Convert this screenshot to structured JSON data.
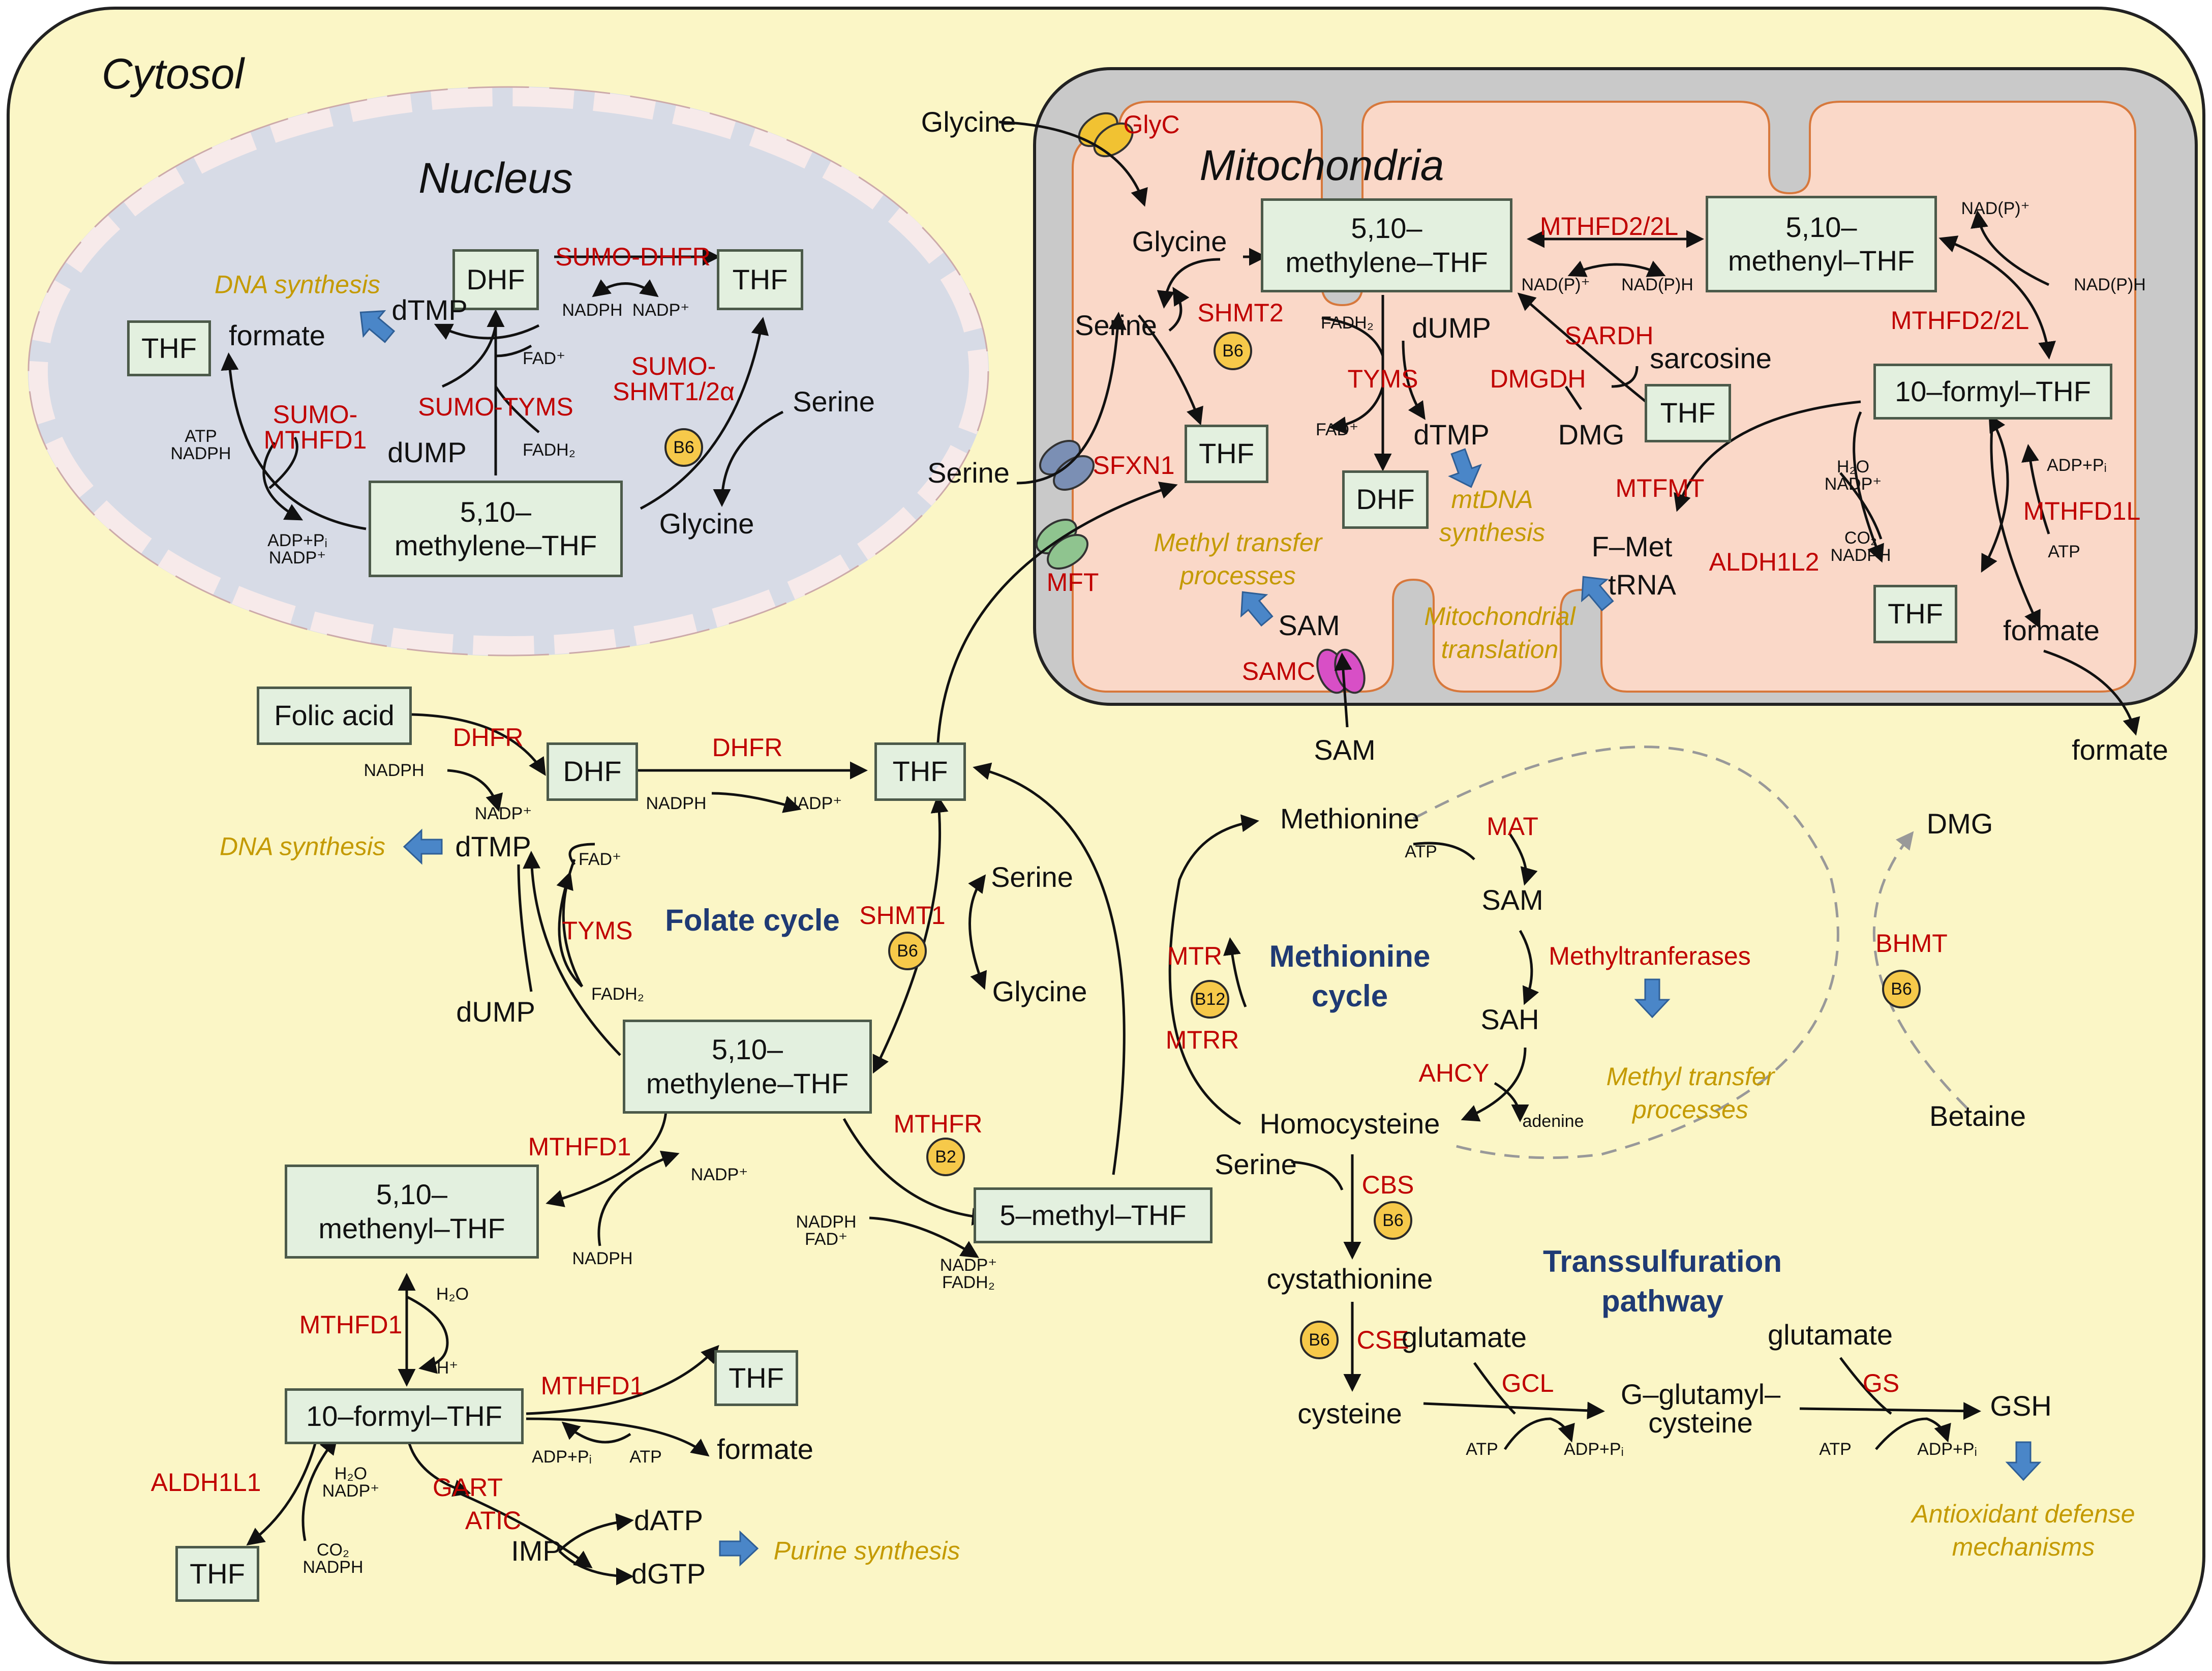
{
  "compartments": {
    "cytosol": "Cytosol",
    "nucleus": "Nucleus",
    "mitochondria": "Mitochondria"
  },
  "cycles": {
    "folate": "Folate cycle",
    "methionine": "Methionine\ncycle",
    "transsulfuration": "Transsulfuration\npathway"
  },
  "nucleus": {
    "dhf": "DHF",
    "thf_top": "THF",
    "thf_left": "THF",
    "mthf": "5,10–\nmethylene–THF",
    "formate": "formate",
    "dtmp": "dTMP",
    "dump": "dUMP",
    "serine": "Serine",
    "glycine": "Glycine",
    "dna_synthesis": "DNA synthesis",
    "sumo_dhfr": "SUMO-DHFR",
    "sumo_tyms": "SUMO-TYMS",
    "sumo_shmt": "SUMO-\nSHMT1/2α",
    "sumo_mthfd1": "SUMO-\nMTHFD1",
    "nadph": "NADPH",
    "nadp": "NADP⁺",
    "fad": "FAD⁺",
    "fadh2": "FADH₂",
    "atp_nadph": "ATP\nNADPH",
    "adp_nadp": "ADP+Pᵢ\nNADP⁺",
    "b6": "B6"
  },
  "mito": {
    "glycine_out": "Glycine",
    "glycine_in": "Glycine",
    "serine_in": "Serine",
    "serine_out": "Serine",
    "mthf": "5,10–\nmethylene–THF",
    "methenyl": "5,10–\nmethenyl–THF",
    "formyl": "10–formyl–THF",
    "thf_mid": "THF",
    "thf_sard": "THF",
    "thf_bot": "THF",
    "dhf": "DHF",
    "dump": "dUMP",
    "dtmp": "dTMP",
    "sarcosine": "sarcosine",
    "dmg": "DMG",
    "fmet": "F–Met",
    "trna": "tRNA",
    "sam_in": "SAM",
    "sam_out": "SAM",
    "formate_in": "formate",
    "formate_out": "formate",
    "glyc": "GlyC",
    "sfxn1": "SFXN1",
    "mft": "MFT",
    "samc": "SAMC",
    "shmt2": "SHMT2",
    "tyms": "TYMS",
    "sardh": "SARDH",
    "dmgdh": "DMGDH",
    "mthfd2_top": "MTHFD2/2L",
    "mthfd2_right": "MTHFD2/2L",
    "mtfmt": "MTFMT",
    "aldh1l2": "ALDH1L2",
    "mthfd1l": "MTHFD1L",
    "mtdna": "mtDNA\nsynthesis",
    "methyl_transfer": "Methyl transfer\nprocesses",
    "mito_translation": "Mitochondrial\ntranslation",
    "nadp_pair": "NAD(P)⁺",
    "nadph_pair": "NAD(P)H",
    "nadp_r": "NAD(P)⁺",
    "nadph_r": "NAD(P)H",
    "fadh2": "FADH₂",
    "fad": "FAD⁺",
    "h2o_nadp": "H₂O\nNADP⁺",
    "co2_nadph": "CO₂\nNADPH",
    "adp_pi": "ADP+Pᵢ",
    "atp": "ATP",
    "b6": "B6"
  },
  "cyto": {
    "folic": "Folic acid",
    "dhf": "DHF",
    "thf": "THF",
    "mthf": "5,10–\nmethylene–THF",
    "methenyl": "5,10–\nmethenyl–THF",
    "formyl": "10–formyl–THF",
    "methyl": "5–methyl–THF",
    "thf_right": "THF",
    "thf_bot": "THF",
    "dtmp": "dTMP",
    "dump": "dUMP",
    "serine": "Serine",
    "glycine": "Glycine",
    "formate": "formate",
    "imp": "IMP",
    "datp": "dATP",
    "dgtp": "dGTP",
    "dhfr1": "DHFR",
    "dhfr2": "DHFR",
    "tyms": "TYMS",
    "shmt1": "SHMT1",
    "mthfd1_a": "MTHFD1",
    "mthfd1_b": "MTHFD1",
    "mthfd1_c": "MTHFD1",
    "mthfr": "MTHFR",
    "aldh1l1": "ALDH1L1",
    "gart": "GART",
    "atic": "ATIC",
    "dna_synthesis": "DNA synthesis",
    "purine": "Purine synthesis",
    "nadph1": "NADPH",
    "nadp1": "NADP⁺",
    "nadph2": "NADPH",
    "nadp2": "NADP⁺",
    "fad": "FAD⁺",
    "fadh2": "FADH₂",
    "nadp3": "NADP⁺",
    "nadph3": "NADPH",
    "nadph_fad": "NADPH\nFAD⁺",
    "nadp_fadh2": "NADP⁺\nFADH₂",
    "h2o": "H₂O",
    "h": "H⁺",
    "adp_pi": "ADP+Pᵢ",
    "atp": "ATP",
    "h2o_nadp": "H₂O\nNADP⁺",
    "co2_nadph": "CO₂\nNADPH",
    "b6": "B6",
    "b2": "B2"
  },
  "methionine": {
    "methionine": "Methionine",
    "sam": "SAM",
    "sah": "SAH",
    "homocysteine": "Homocysteine",
    "mat": "MAT",
    "methyltransferases": "Methyltranferases",
    "ahcy": "AHCY",
    "mtr": "MTR",
    "mtrr": "MTRR",
    "atp": "ATP",
    "adenine": "adenine",
    "b12": "B12",
    "methyl_transfer": "Methyl transfer\nprocesses",
    "dmg": "DMG",
    "betaine": "Betaine",
    "bhmt": "BHMT",
    "b6": "B6"
  },
  "transsulf": {
    "serine": "Serine",
    "cystathionine": "cystathionine",
    "cysteine": "cysteine",
    "cbs": "CBS",
    "cse": "CSE",
    "glutamate1": "glutamate",
    "glutamate2": "glutamate",
    "ggc": "G–glutamyl–\ncysteine",
    "gsh": "GSH",
    "gcl": "GCL",
    "gs": "GS",
    "atp1": "ATP",
    "adp1": "ADP+Pᵢ",
    "atp2": "ATP",
    "adp2": "ADP+Pᵢ",
    "antioxidant": "Antioxidant defense\nmechanisms",
    "b6a": "B6",
    "b6b": "B6"
  },
  "colors": {
    "cytosol": "#fbf6c6",
    "nucleus": "#d7dbe6",
    "mitochondria_outer": "#c9c9c9",
    "matrix": "#fad8c8",
    "enzyme": "#c00000",
    "process": "#c49a00",
    "cycle": "#1f3a74",
    "node_fill": "#e3f0df",
    "cofactor": "#f6c94a",
    "arrow_blue": "#4a86c8"
  }
}
